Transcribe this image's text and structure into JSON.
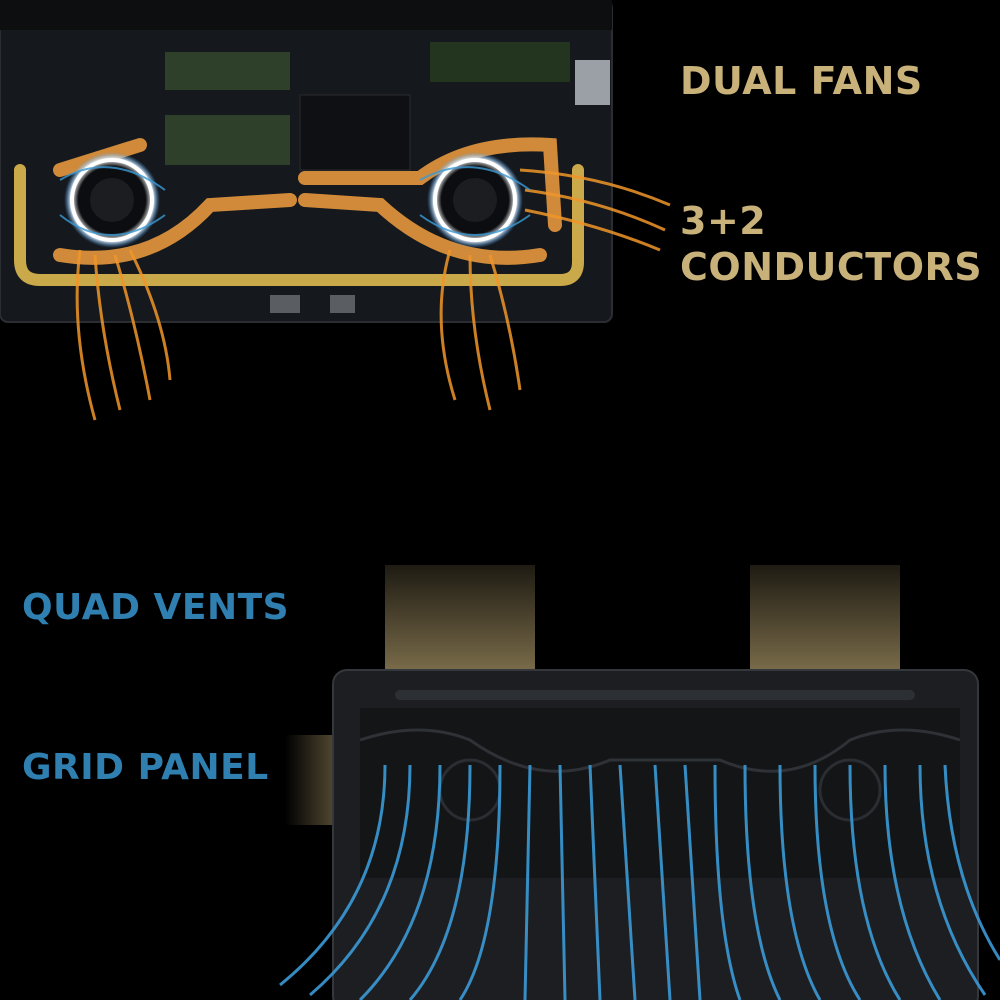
{
  "labels": {
    "dual_fans": "DUAL FANS",
    "conductors_line1": "3+2",
    "conductors_line2": "CONDUCTORS",
    "quad_vents": "QUAD VENTS",
    "grid_panel": "GRID PANEL"
  },
  "colors": {
    "background": "#000000",
    "gold_text": "#c9b27a",
    "blue_text": "#2f7fb0",
    "heatpipe": "#c98a3a",
    "heatpipe_frame": "#d4a94a",
    "airflow_orange": "#f0962a",
    "airflow_blue": "#3a9ad6",
    "fan_ring": "#e8f4ff",
    "board": "#15181c",
    "chassis": "#1c1e21"
  },
  "icons": [
    "fan-icon",
    "heatpipe-icon",
    "airflow-icon",
    "vent-icon"
  ]
}
